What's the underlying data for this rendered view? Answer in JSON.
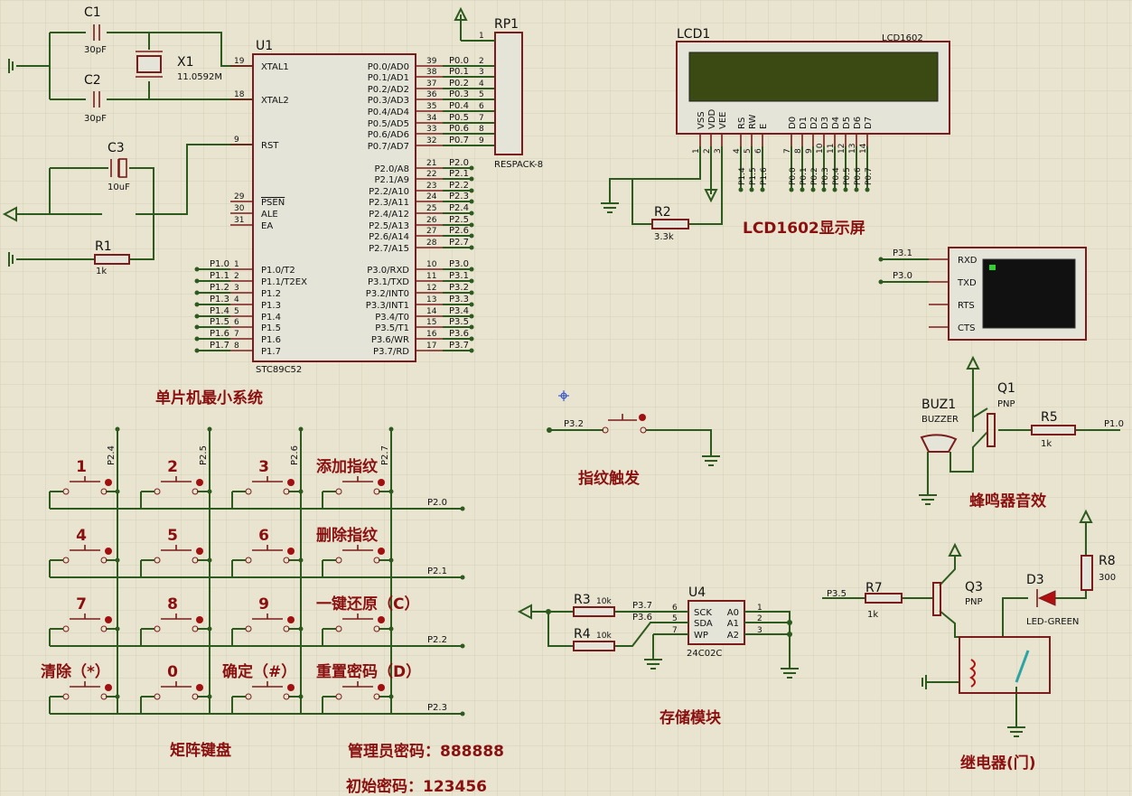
{
  "components": {
    "c1": {
      "ref": "C1",
      "value": "30pF"
    },
    "c2": {
      "ref": "C2",
      "value": "30pF"
    },
    "c3": {
      "ref": "C3",
      "value": "10uF"
    },
    "x1": {
      "ref": "X1",
      "value": "11.0592M"
    },
    "r1": {
      "ref": "R1",
      "value": "1k"
    },
    "u1": {
      "ref": "U1",
      "part": "STC89C52",
      "left_pins": [
        {
          "num": "19",
          "name": "XTAL1"
        },
        {
          "num": "18",
          "name": "XTAL2"
        },
        {
          "num": "9",
          "name": "RST"
        },
        {
          "num": "29",
          "name": "PSEN"
        },
        {
          "num": "30",
          "name": "ALE"
        },
        {
          "num": "31",
          "name": "EA"
        },
        {
          "num": "1",
          "name": "P1.0/T2",
          "net": "P1.0"
        },
        {
          "num": "2",
          "name": "P1.1/T2EX",
          "net": "P1.1"
        },
        {
          "num": "3",
          "name": "P1.2",
          "net": "P1.2"
        },
        {
          "num": "4",
          "name": "P1.3",
          "net": "P1.3"
        },
        {
          "num": "5",
          "name": "P1.4",
          "net": "P1.4"
        },
        {
          "num": "6",
          "name": "P1.5",
          "net": "P1.5"
        },
        {
          "num": "7",
          "name": "P1.6",
          "net": "P1.6"
        },
        {
          "num": "8",
          "name": "P1.7",
          "net": "P1.7"
        }
      ],
      "right_pins": [
        {
          "num": "39",
          "name": "P0.0/AD0",
          "net": "P0.0"
        },
        {
          "num": "38",
          "name": "P0.1/AD1",
          "net": "P0.1"
        },
        {
          "num": "37",
          "name": "P0.2/AD2",
          "net": "P0.2"
        },
        {
          "num": "36",
          "name": "P0.3/AD3",
          "net": "P0.3"
        },
        {
          "num": "35",
          "name": "P0.4/AD4",
          "net": "P0.4"
        },
        {
          "num": "34",
          "name": "P0.5/AD5",
          "net": "P0.5"
        },
        {
          "num": "33",
          "name": "P0.6/AD6",
          "net": "P0.6"
        },
        {
          "num": "32",
          "name": "P0.7/AD7",
          "net": "P0.7"
        },
        {
          "num": "21",
          "name": "P2.0/A8",
          "net": "P2.0"
        },
        {
          "num": "22",
          "name": "P2.1/A9",
          "net": "P2.1"
        },
        {
          "num": "23",
          "name": "P2.2/A10",
          "net": "P2.2"
        },
        {
          "num": "24",
          "name": "P2.3/A11",
          "net": "P2.3"
        },
        {
          "num": "25",
          "name": "P2.4/A12",
          "net": "P2.4"
        },
        {
          "num": "26",
          "name": "P2.5/A13",
          "net": "P2.5"
        },
        {
          "num": "27",
          "name": "P2.6/A14",
          "net": "P2.6"
        },
        {
          "num": "28",
          "name": "P2.7/A15",
          "net": "P2.7"
        },
        {
          "num": "10",
          "name": "P3.0/RXD",
          "net": "P3.0"
        },
        {
          "num": "11",
          "name": "P3.1/TXD",
          "net": "P3.1"
        },
        {
          "num": "12",
          "name": "P3.2/INT0",
          "net": "P3.2"
        },
        {
          "num": "13",
          "name": "P3.3/INT1",
          "net": "P3.3"
        },
        {
          "num": "14",
          "name": "P3.4/T0",
          "net": "P3.4"
        },
        {
          "num": "15",
          "name": "P3.5/T1",
          "net": "P3.5"
        },
        {
          "num": "16",
          "name": "P3.6/WR",
          "net": "P3.6"
        },
        {
          "num": "17",
          "name": "P3.7/RD",
          "net": "P3.7"
        }
      ]
    },
    "rp1": {
      "ref": "RP1",
      "part": "RESPACK-8",
      "pins": [
        "1",
        "2",
        "3",
        "4",
        "5",
        "6",
        "7",
        "8",
        "9"
      ]
    },
    "lcd1": {
      "ref": "LCD1",
      "part": "LCD1602",
      "pins": [
        {
          "num": "1",
          "name": "VSS"
        },
        {
          "num": "2",
          "name": "VDD"
        },
        {
          "num": "3",
          "name": "VEE"
        },
        {
          "num": "4",
          "name": "RS",
          "net": "P1.4"
        },
        {
          "num": "5",
          "name": "RW",
          "net": "P1.5"
        },
        {
          "num": "6",
          "name": "E",
          "net": "P1.6"
        },
        {
          "num": "7",
          "name": "D0",
          "net": "P0.0"
        },
        {
          "num": "8",
          "name": "D1",
          "net": "P0.1"
        },
        {
          "num": "9",
          "name": "D2",
          "net": "P0.2"
        },
        {
          "num": "10",
          "name": "D3",
          "net": "P0.3"
        },
        {
          "num": "11",
          "name": "D4",
          "net": "P0.4"
        },
        {
          "num": "12",
          "name": "D5",
          "net": "P0.5"
        },
        {
          "num": "13",
          "name": "D6",
          "net": "P0.6"
        },
        {
          "num": "14",
          "name": "D7",
          "net": "P0.7"
        }
      ]
    },
    "r2": {
      "ref": "R2",
      "value": "3.3k"
    },
    "terminal": {
      "pins": [
        "RXD",
        "TXD",
        "RTS",
        "CTS"
      ],
      "nets": [
        "P3.1",
        "P3.0"
      ]
    },
    "buz1": {
      "ref": "BUZ1",
      "part": "BUZZER"
    },
    "q1": {
      "ref": "Q1",
      "part": "PNP"
    },
    "r5": {
      "ref": "R5",
      "value": "1k",
      "net": "P1.0"
    },
    "r8": {
      "ref": "R8",
      "value": "300"
    },
    "d3": {
      "ref": "D3",
      "part": "LED-GREEN"
    },
    "q3": {
      "ref": "Q3",
      "part": "PNP"
    },
    "r7": {
      "ref": "R7",
      "value": "1k",
      "net": "P3.5"
    },
    "u4": {
      "ref": "U4",
      "part": "24C02C",
      "left_pins": [
        {
          "num": "6",
          "name": "SCK"
        },
        {
          "num": "5",
          "name": "SDA"
        },
        {
          "num": "7",
          "name": "WP"
        }
      ],
      "right_pins": [
        {
          "num": "1",
          "name": "A0"
        },
        {
          "num": "2",
          "name": "A1"
        },
        {
          "num": "3",
          "name": "A2"
        }
      ]
    },
    "r3": {
      "ref": "R3",
      "value": "10k",
      "net": "P3.7"
    },
    "r4": {
      "ref": "R4",
      "value": "10k",
      "net": "P3.6"
    },
    "fp_net": "P3.2"
  },
  "keypad": {
    "col_nets": [
      "P2.4",
      "P2.5",
      "P2.6",
      "P2.7"
    ],
    "row_nets": [
      "P2.0",
      "P2.1",
      "P2.2",
      "P2.3"
    ],
    "keys": [
      [
        "1",
        "2",
        "3",
        "添加指纹"
      ],
      [
        "4",
        "5",
        "6",
        "删除指纹"
      ],
      [
        "7",
        "8",
        "9",
        "一键还原（C）"
      ],
      [
        "清除（*）",
        "0",
        "确定（#）",
        "重置密码（D）"
      ]
    ]
  },
  "titles": {
    "mcu": "单片机最小系统",
    "lcd": "LCD1602显示屏",
    "fp": "指纹触发",
    "buzzer": "蜂鸣器音效",
    "keypad": "矩阵键盘",
    "storage": "存储模块",
    "relay": "继电器(门)",
    "admin_pwd": "管理员密码：888888",
    "init_pwd": "初始密码：123456"
  },
  "colors": {
    "wire": "#2d5a1e",
    "outline": "#7a1c1c",
    "title": "#8a1010",
    "background": "#e8e4cf",
    "lcd_screen": "#3b4a12"
  }
}
